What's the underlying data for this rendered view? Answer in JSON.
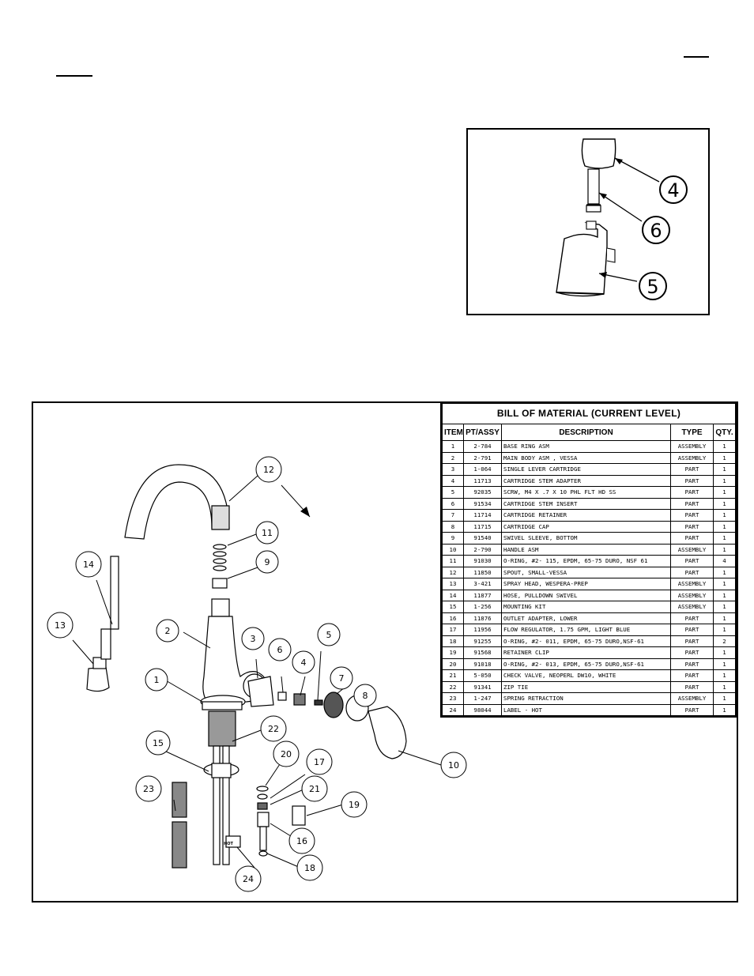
{
  "inset_callouts": [
    "4",
    "6",
    "5"
  ],
  "diagram_callouts": [
    "1",
    "2",
    "3",
    "4",
    "5",
    "6",
    "7",
    "8",
    "9",
    "10",
    "11",
    "12",
    "13",
    "14",
    "15",
    "16",
    "17",
    "18",
    "19",
    "20",
    "21",
    "22",
    "23",
    "24"
  ],
  "label_hot": "HOT",
  "bom": {
    "title": "BILL OF MATERIAL (CURRENT LEVEL)",
    "headers": [
      "ITEM",
      "PT/ASSY",
      "DESCRIPTION",
      "TYPE",
      "QTY."
    ],
    "rows": [
      [
        "1",
        "2-784",
        "BASE RING ASM",
        "ASSEMBLY",
        "1"
      ],
      [
        "2",
        "2-791",
        "MAIN BODY ASM , VESSA",
        "ASSEMBLY",
        "1"
      ],
      [
        "3",
        "1-064",
        "SINGLE LEVER CARTRIDGE",
        "PART",
        "1"
      ],
      [
        "4",
        "11713",
        "CARTRIDGE STEM ADAPTER",
        "PART",
        "1"
      ],
      [
        "5",
        "92035",
        "SCRW, M4 X .7 X 10 PHL FLT HD SS",
        "PART",
        "1"
      ],
      [
        "6",
        "91534",
        "CARTRIDGE STEM INSERT",
        "PART",
        "1"
      ],
      [
        "7",
        "11714",
        "CARTRIDGE RETAINER",
        "PART",
        "1"
      ],
      [
        "8",
        "11715",
        "CARTRIDGE CAP",
        "PART",
        "1"
      ],
      [
        "9",
        "91540",
        "SWIVEL SLEEVE, BOTTOM",
        "PART",
        "1"
      ],
      [
        "10",
        "2-790",
        "HANDLE ASM",
        "ASSEMBLY",
        "1"
      ],
      [
        "11",
        "91030",
        "O-RING, #2- 115, EPDM, 65-75 DURO, NSF 61",
        "PART",
        "4"
      ],
      [
        "12",
        "11850",
        "SPOUT, SMALL-VESSA",
        "PART",
        "1"
      ],
      [
        "13",
        "3-421",
        "SPRAY HEAD, WESPERA-PREP",
        "ASSEMBLY",
        "1"
      ],
      [
        "14",
        "11877",
        "HOSE, PULLDOWN SWIVEL",
        "ASSEMBLY",
        "1"
      ],
      [
        "15",
        "1-256",
        "MOUNTING KIT",
        "ASSEMBLY",
        "1"
      ],
      [
        "16",
        "11876",
        "OUTLET ADAPTER, LOWER",
        "PART",
        "1"
      ],
      [
        "17",
        "11956",
        "FLOW REGULATOR, 1.75 GPM, LIGHT BLUE",
        "PART",
        "1"
      ],
      [
        "18",
        "91255",
        "O-RING, #2- 011, EPDM, 65-75 DURO,NSF-61",
        "PART",
        "2"
      ],
      [
        "19",
        "91568",
        "RETAINER CLIP",
        "PART",
        "1"
      ],
      [
        "20",
        "91018",
        "O-RING, #2- 013, EPDM, 65-75 DURO,NSF-61",
        "PART",
        "1"
      ],
      [
        "21",
        "5-050",
        "CHECK VALVE, NEOPERL DW10, WHITE",
        "PART",
        "1"
      ],
      [
        "22",
        "91341",
        "ZIP TIE",
        "PART",
        "1"
      ],
      [
        "23",
        "1-247",
        "SPRING RETRACTION",
        "ASSEMBLY",
        "1"
      ],
      [
        "24",
        "98044",
        "LABEL - HOT",
        "PART",
        "1"
      ]
    ]
  }
}
